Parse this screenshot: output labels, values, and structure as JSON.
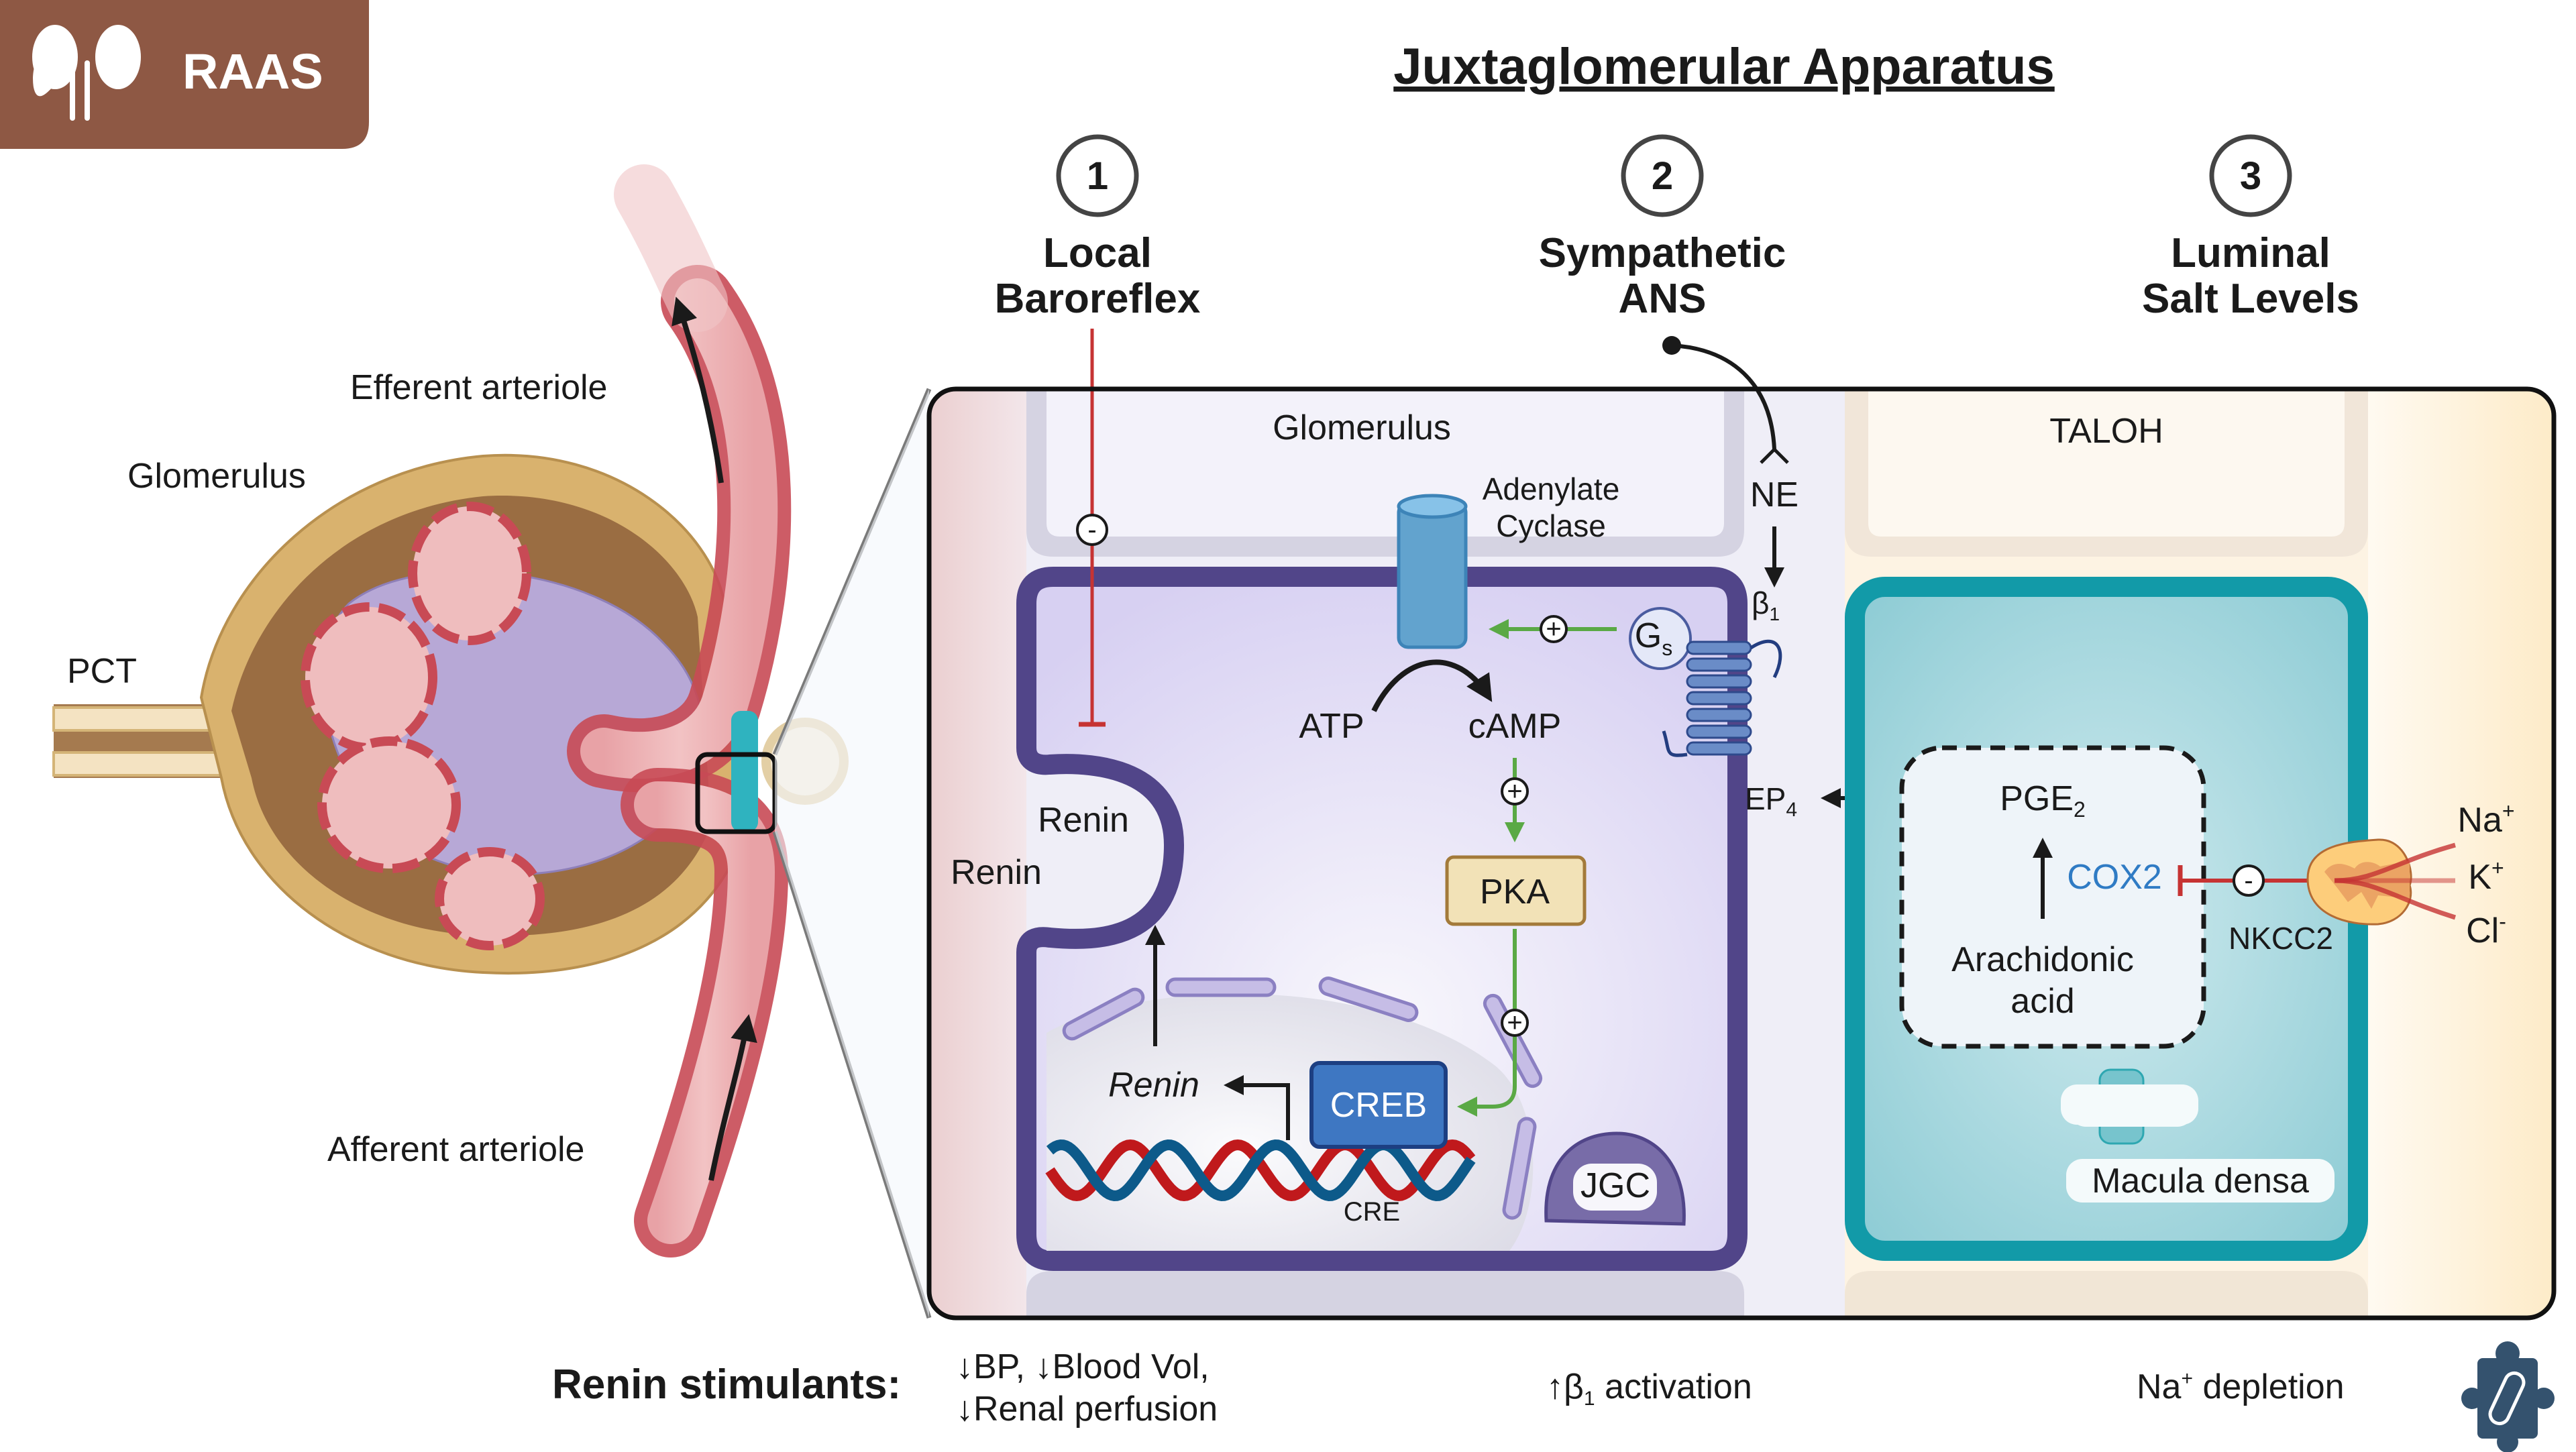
{
  "badge": {
    "label": "RAAS",
    "icon": "kidneys-icon",
    "color": "#8e5844"
  },
  "title": "Juxtaglomerular Apparatus",
  "mechanisms": [
    {
      "number": "1",
      "line1": "Local",
      "line2": "Baroreflex"
    },
    {
      "number": "2",
      "line1": "Sympathetic",
      "line2": "ANS"
    },
    {
      "number": "3",
      "line1": "Luminal",
      "line2": "Salt Levels"
    }
  ],
  "overview": {
    "efferent": "Efferent arteriole",
    "glomerulus": "Glomerulus",
    "pct": "PCT",
    "afferent": "Afferent arteriole"
  },
  "panel": {
    "glomerulus": "Glomerulus",
    "taloh": "TALOH",
    "adenylate_line1": "Adenylate",
    "adenylate_line2": "Cyclase",
    "atp": "ATP",
    "camp": "cAMP",
    "pka": "PKA",
    "creb": "CREB",
    "cre": "CRE",
    "renin_gene": "Renin",
    "renin_vesicle": "Renin",
    "renin_outside": "Renin",
    "jgc": "JGC",
    "gs": "G",
    "gs_sub": "s",
    "ne": "NE",
    "beta": "β",
    "beta_sub": "1",
    "ep": "EP",
    "ep_sub": "4",
    "pge": "PGE",
    "pge_sub": "2",
    "cox2": "COX2",
    "arachidonic_line1": "Arachidonic",
    "arachidonic_line2": "acid",
    "nkcc2": "NKCC2",
    "macula_densa": "Macula densa",
    "ions": [
      {
        "ion": "Na",
        "charge": "+"
      },
      {
        "ion": "K",
        "charge": "+"
      },
      {
        "ion": "Cl",
        "charge": "-"
      }
    ],
    "plus_sign": "+",
    "minus_sign": "-"
  },
  "stimulants": {
    "heading": "Renin stimulants:",
    "col1_line1": "↓BP, ↓Blood Vol,",
    "col1_line2": "↓Renal perfusion",
    "col2_arrow": "↑",
    "col2_beta": "β",
    "col2_sub": "1",
    "col2_rest": " activation",
    "col3_ion": "Na",
    "col3_charge": "+",
    "col3_rest": " depletion"
  },
  "colors": {
    "jgc_membrane": "#514589",
    "md_membrane": "#129aa8",
    "stimulation": "#5aa945",
    "inhibition": "#c63333",
    "cox2_text": "#2f7bc4",
    "creb_fill": "#3e77c2",
    "pka_fill": "#f2e2b7",
    "logo": "#34526e"
  }
}
